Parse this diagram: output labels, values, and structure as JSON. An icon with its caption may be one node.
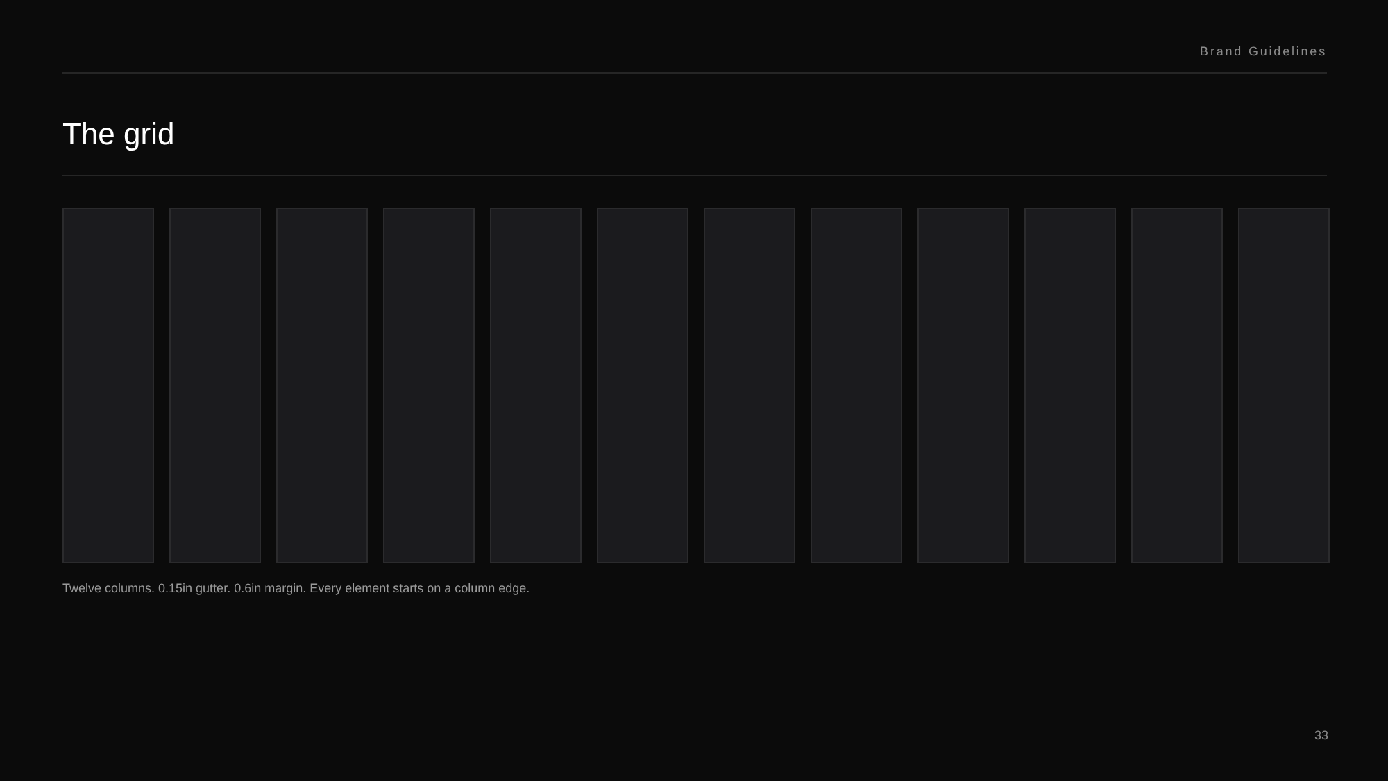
{
  "diagram": {
    "title": "The grid",
    "caption": "Twelve columns. 0.15in gutter. 0.6in margin. Every element starts on a column edge.",
    "nodes": [
      {
        "text": [],
        "shape": "box"
      },
      {
        "text": [],
        "shape": "box"
      },
      {
        "text": [],
        "shape": "box"
      },
      {
        "text": [],
        "shape": "box"
      },
      {
        "text": [],
        "shape": "box"
      },
      {
        "text": [],
        "shape": "box"
      },
      {
        "text": [],
        "shape": "box"
      },
      {
        "text": [],
        "shape": "box"
      },
      {
        "text": [],
        "shape": "box"
      },
      {
        "text": [],
        "shape": "box"
      },
      {
        "text": [],
        "shape": "box"
      },
      {
        "text": [],
        "shape": "box"
      }
    ],
    "labels": [
      "Brand Guidelines",
      "33"
    ]
  }
}
